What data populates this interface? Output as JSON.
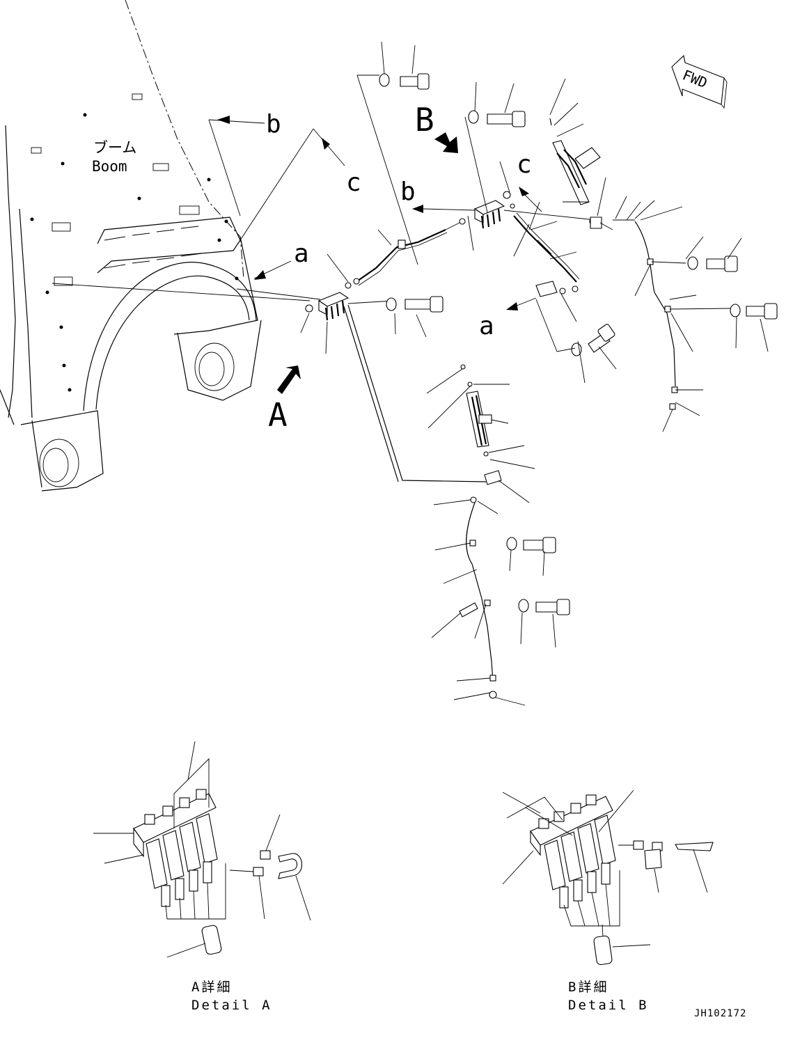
{
  "view_labels": {
    "A": "A",
    "B": "B",
    "a": "a",
    "b": "b",
    "c": "c"
  },
  "boom": {
    "jp": "ブーム",
    "en": "Boom"
  },
  "fwd": "FWD",
  "detail_a": {
    "jp": "A詳細",
    "en": "Detail A"
  },
  "detail_b": {
    "jp": "B詳細",
    "en": "Detail B"
  },
  "drawing_code": "JH102172",
  "icons": [
    "fwd-arrow-icon",
    "view-direction-arrow-icon"
  ]
}
